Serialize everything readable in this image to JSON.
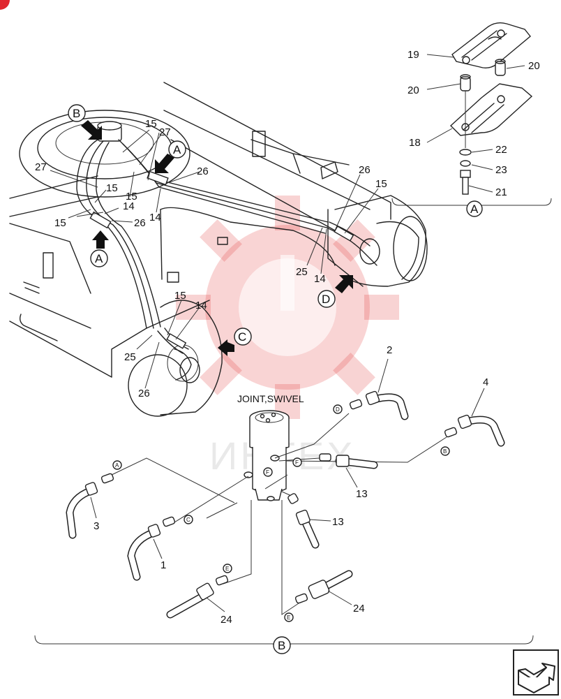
{
  "diagram": {
    "section_labels": {
      "A": "A",
      "B": "B",
      "C": "C",
      "D": "D"
    },
    "joint_label": "JOINT,SWIVEL",
    "watermark_text": "ИНТЕХ",
    "parts": {
      "p1": "1",
      "p2": "2",
      "p3": "3",
      "p4": "4",
      "p13": "13",
      "p14": "14",
      "p15": "15",
      "p18": "18",
      "p19": "19",
      "p20": "20",
      "p21": "21",
      "p22": "22",
      "p23": "23",
      "p24": "24",
      "p25": "25",
      "p26": "26",
      "p27": "27"
    },
    "port_tags": {
      "A": "A",
      "B": "B",
      "C": "C",
      "D": "D",
      "E": "E",
      "F": "F"
    }
  },
  "colors": {
    "line": "#222222",
    "watermark": "#e23b3b",
    "background": "#ffffff"
  },
  "icons": {
    "corner_badge": "red-corner-icon",
    "navigation": "next-page-arrow-icon"
  }
}
